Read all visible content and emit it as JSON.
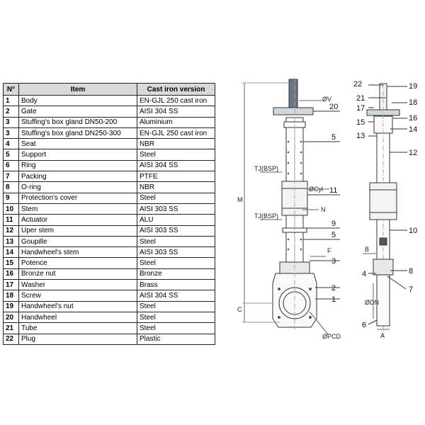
{
  "table": {
    "headers": [
      "N°",
      "Item",
      "Cast iron version"
    ],
    "rows": [
      [
        "1",
        "Body",
        "EN-GJL 250 cast iron"
      ],
      [
        "2",
        "Gate",
        "AISI 304 SS"
      ],
      [
        "3",
        "Stuffing's box gland DN50-200",
        "Aluminium"
      ],
      [
        "3",
        "Stuffing's box gland DN250-300",
        "EN-GJL 250 cast iron"
      ],
      [
        "4",
        "Seat",
        "NBR"
      ],
      [
        "5",
        "Support",
        "Steel"
      ],
      [
        "6",
        "Ring",
        "AISI 304 SS"
      ],
      [
        "7",
        "Packing",
        "PTFE"
      ],
      [
        "8",
        "O-ring",
        "NBR"
      ],
      [
        "9",
        "Protection's cover",
        "Steel"
      ],
      [
        "10",
        "Stem",
        "AISI 303 SS"
      ],
      [
        "11",
        "Actuator",
        "ALU"
      ],
      [
        "12",
        "Uper stem",
        "AISI 303 SS"
      ],
      [
        "13",
        "Goupille",
        "Steel"
      ],
      [
        "14",
        "Handwheel's stem",
        "AISI 303 SS"
      ],
      [
        "15",
        "Potence",
        "Steel"
      ],
      [
        "16",
        "Bronze nut",
        "Bronze"
      ],
      [
        "17",
        "Washer",
        "Brass"
      ],
      [
        "18",
        "Screw",
        "AISI 304 SS"
      ],
      [
        "19",
        "Handwheel's nut",
        "Steel"
      ],
      [
        "20",
        "Handwheel",
        "Steel"
      ],
      [
        "21",
        "Tube",
        "Steel"
      ],
      [
        "22",
        "Plug",
        "Plastic"
      ]
    ]
  },
  "front_view": {
    "dims": {
      "v": "ØV",
      "tj1": "TJ(BSP)",
      "cyl": "ØCyl",
      "tj2": "TJ(BSP)",
      "n": "N",
      "f": "F",
      "m": "M",
      "c": "C",
      "pcd": "ØPCD"
    },
    "callouts": [
      "20",
      "5",
      "11",
      "9",
      "5",
      "3",
      "2",
      "1"
    ]
  },
  "side_view": {
    "dims": {
      "b": "B",
      "dn": "ØDN",
      "a": "A"
    },
    "callouts": [
      "22",
      "19",
      "21",
      "18",
      "17",
      "16",
      "15",
      "14",
      "13",
      "12",
      "10",
      "4",
      "8",
      "7",
      "6"
    ]
  }
}
